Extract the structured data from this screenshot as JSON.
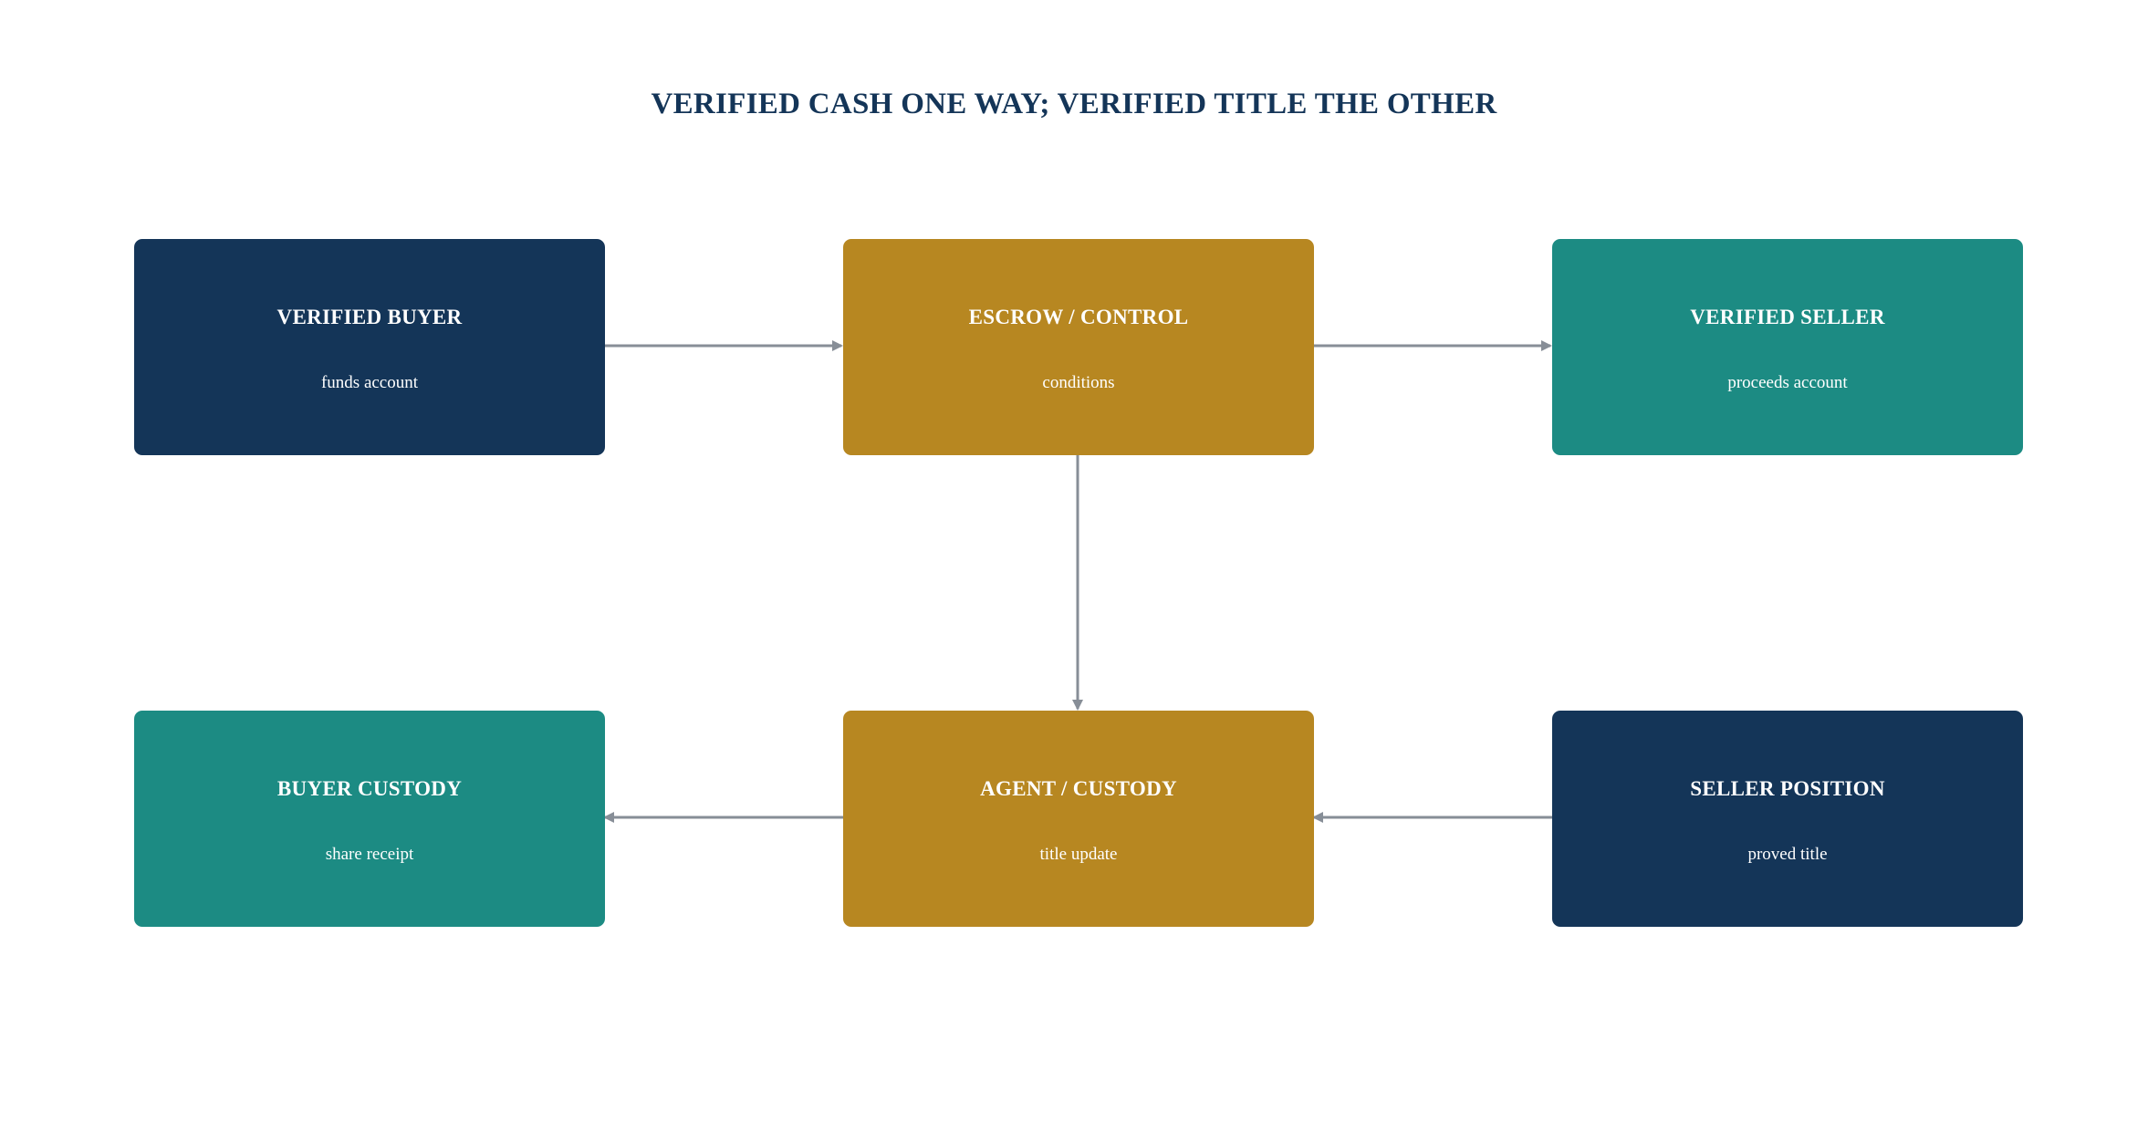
{
  "title": "VERIFIED CASH ONE WAY; VERIFIED TITLE THE OTHER",
  "colors": {
    "title_text": "#143558",
    "navy": "#143558",
    "gold": "#B78721",
    "teal": "#1C8B83",
    "connector": "#878E97",
    "node_text": "#FFFFFF"
  },
  "nodes": {
    "verified_buyer": {
      "title": "VERIFIED BUYER",
      "subtitle": "funds account",
      "color": "#143558"
    },
    "escrow_control": {
      "title": "ESCROW / CONTROL",
      "subtitle": "conditions",
      "color": "#B78721"
    },
    "verified_seller": {
      "title": "VERIFIED SELLER",
      "subtitle": "proceeds account",
      "color": "#1C8B83"
    },
    "buyer_custody": {
      "title": "BUYER CUSTODY",
      "subtitle": "share receipt",
      "color": "#1C8B83"
    },
    "agent_custody": {
      "title": "AGENT / CUSTODY",
      "subtitle": "title update",
      "color": "#B78721"
    },
    "seller_position": {
      "title": "SELLER POSITION",
      "subtitle": "proved title",
      "color": "#143558"
    }
  },
  "edges": [
    {
      "from": "verified_buyer",
      "to": "escrow_control"
    },
    {
      "from": "escrow_control",
      "to": "verified_seller"
    },
    {
      "from": "escrow_control",
      "to": "agent_custody"
    },
    {
      "from": "agent_custody",
      "to": "buyer_custody"
    },
    {
      "from": "seller_position",
      "to": "agent_custody"
    }
  ]
}
